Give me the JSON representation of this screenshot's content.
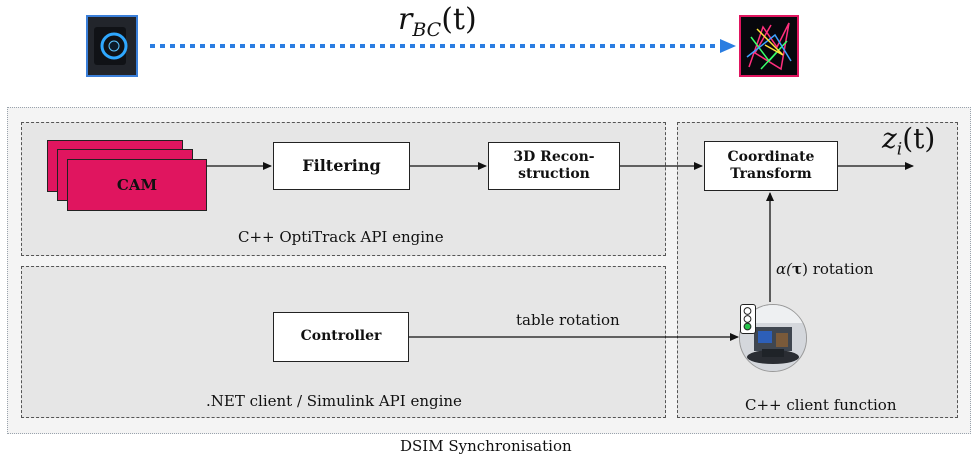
{
  "top": {
    "signal_label_main": "r",
    "signal_label_sub": "BC",
    "signal_label_arg": "(t)"
  },
  "panels": {
    "optitrack_label": "C++ OptiTrack API engine",
    "simulink_label": ".NET client / Simulink API engine",
    "client_label": "C++ client function"
  },
  "blocks": {
    "cam": "CAM",
    "filtering": "Filtering",
    "recon_line1": "3D Recon-",
    "recon_line2": "struction",
    "transform_line1": "Coordinate",
    "transform_line2": "Transform",
    "controller": "Controller"
  },
  "edges": {
    "table_rotation": "table rotation",
    "rotation_alpha": "α(",
    "rotation_tau": "τ",
    "rotation_tail": ") rotation",
    "output_main": "z",
    "output_sub": "i",
    "output_arg": "(t)"
  },
  "caption": "DSIM Synchronisation",
  "colors": {
    "cam": "#e0155f",
    "dotted_arrow": "#2a7de1",
    "panel_bg": "#e6e6e6"
  },
  "icons": [
    "camera-device-icon",
    "tracked-skeleton-icon",
    "traffic-light-icon",
    "rotary-table-photo-icon"
  ]
}
